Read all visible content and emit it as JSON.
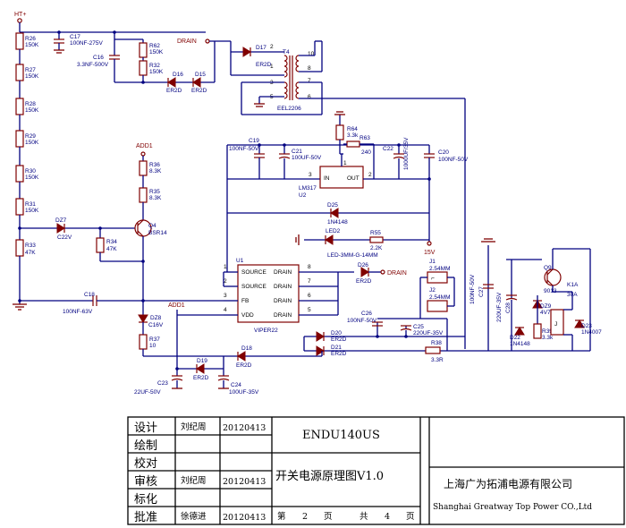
{
  "nets": {
    "ht": "HT+",
    "drain": "DRAIN",
    "drain2": "DRAIN",
    "add1": "ADD1",
    "add1b": "ADD1",
    "v15": "15V"
  },
  "components": {
    "r26": {
      "ref": "R26",
      "val": "150K"
    },
    "r27": {
      "ref": "R27",
      "val": "150K"
    },
    "r28": {
      "ref": "R28",
      "val": "150K"
    },
    "r29": {
      "ref": "R29",
      "val": "150K"
    },
    "r30": {
      "ref": "R30",
      "val": "150K"
    },
    "r31": {
      "ref": "R31",
      "val": "150K"
    },
    "r33": {
      "ref": "R33",
      "val": "47K"
    },
    "r34": {
      "ref": "R34",
      "val": "47K"
    },
    "r35": {
      "ref": "R35",
      "val": "8.3K"
    },
    "r36": {
      "ref": "R36",
      "val": "8.3K"
    },
    "r37": {
      "ref": "R37",
      "val": "10"
    },
    "r62": {
      "ref": "R62",
      "val": "150K"
    },
    "r32": {
      "ref": "R32",
      "val": "150K"
    },
    "r63": {
      "ref": "R63",
      "val": "240"
    },
    "r64": {
      "ref": "R64",
      "val": "3.3k"
    },
    "r55": {
      "ref": "R55",
      "val": "2.2K"
    },
    "r38": {
      "ref": "R38",
      "val": "3.3R"
    },
    "r39": {
      "ref": "R39",
      "val": "3.3k"
    },
    "c17": {
      "ref": "C17",
      "val": "100NF-275V"
    },
    "c16": {
      "ref": "C16",
      "val": "3.3NF-500V"
    },
    "c18": {
      "ref": "C18",
      "val": "100NF-63V"
    },
    "c19": {
      "ref": "C19",
      "val": "100NF-50V"
    },
    "c21": {
      "ref": "C21",
      "val": "100UF-50V"
    },
    "c22": {
      "ref": "C22",
      "val": "1000UF/35V"
    },
    "c20": {
      "ref": "C20",
      "val": "100NF-50V"
    },
    "c23": {
      "ref": "C23",
      "val": "22UF-50V"
    },
    "c24": {
      "ref": "C24",
      "val": "100UF-35V"
    },
    "c25": {
      "ref": "C25",
      "val": "220UF-35V"
    },
    "c26": {
      "ref": "C26",
      "val": "100NF-50V"
    },
    "c27": {
      "ref": "C27",
      "val": "100NF-50V"
    },
    "c28": {
      "ref": "C28",
      "val": "220UF-35V"
    },
    "d15": {
      "ref": "D15",
      "val": "ER2D"
    },
    "d16": {
      "ref": "D16",
      "val": "ER2D"
    },
    "d17": {
      "ref": "D17",
      "val": "ER2D"
    },
    "d18": {
      "ref": "D18",
      "val": "ER2D"
    },
    "d19": {
      "ref": "D19",
      "val": "ER2D"
    },
    "d20": {
      "ref": "D20",
      "val": "ER2D"
    },
    "d21": {
      "ref": "D21",
      "val": "ER2D"
    },
    "d22": {
      "ref": "D22",
      "val": "1N4148"
    },
    "d23": {
      "ref": "D23",
      "val": "1N4007"
    },
    "d25": {
      "ref": "D25",
      "val": "1N4148"
    },
    "d26": {
      "ref": "D26",
      "val": "ER2D"
    },
    "dz7": {
      "ref": "DZ7",
      "val": "C22V"
    },
    "dz8": {
      "ref": "DZ8",
      "val": "C16V"
    },
    "dz9": {
      "ref": "DZ9",
      "val": "4V7"
    },
    "q4": {
      "ref": "Q4",
      "val": "BSR14"
    },
    "q9": {
      "ref": "Q9",
      "val": "9013"
    },
    "led2": {
      "ref": "LED2",
      "val": "LED-3MM-G-14MM"
    },
    "u2": {
      "ref": "U2",
      "val": "LM317",
      "in": "IN",
      "out": "OUT",
      "p1": "1",
      "p2": "2",
      "p3": "3"
    },
    "t4": {
      "ref": "T4",
      "val": "EEL2206",
      "p10": "10",
      "p8": "8",
      "p7": "7",
      "p2": "2",
      "p1": "1",
      "p3": "3",
      "p5": "5",
      "p6": "6"
    },
    "k1": {
      "ref": "K1A",
      "val": "30A"
    },
    "j1": {
      "ref": "J1",
      "val": "2.54MM"
    },
    "j2": {
      "ref": "J2",
      "val": "2.54MM"
    },
    "u1": {
      "ref": "U1",
      "val": "VIPER22",
      "pins": [
        {
          "num": "1",
          "name": "SOURCE"
        },
        {
          "num": "2",
          "name": "SOURCE"
        },
        {
          "num": "3",
          "name": "FB"
        },
        {
          "num": "4",
          "name": "VDD"
        }
      ],
      "rpins": [
        {
          "num": "8",
          "name": "DRAIN"
        },
        {
          "num": "7",
          "name": "DRAIN"
        },
        {
          "num": "6",
          "name": "DRAIN"
        },
        {
          "num": "5",
          "name": "DRAIN"
        }
      ]
    }
  },
  "title_block": {
    "design_label": "设计",
    "draw_label": "绘制",
    "check_label": "校对",
    "review_label": "审核",
    "standard_label": "标化",
    "approve_label": "批准",
    "design_name": "刘纪周",
    "design_date": "20120413",
    "review_name": "刘纪周",
    "review_date": "20120413",
    "approve_name": "徐德进",
    "approve_date": "20120413",
    "drawing_no": "ENDU140US",
    "drawing_title": "开关电源原理图V1.0",
    "page_prefix": "第",
    "page_num": "2",
    "page_unit": "页",
    "total_prefix": "共",
    "total_num": "4",
    "total_unit": "页",
    "company_cn": "上海广为拓浦电源有限公司",
    "company_en": "Shanghai Greatway Top Power CO.,Ltd"
  }
}
